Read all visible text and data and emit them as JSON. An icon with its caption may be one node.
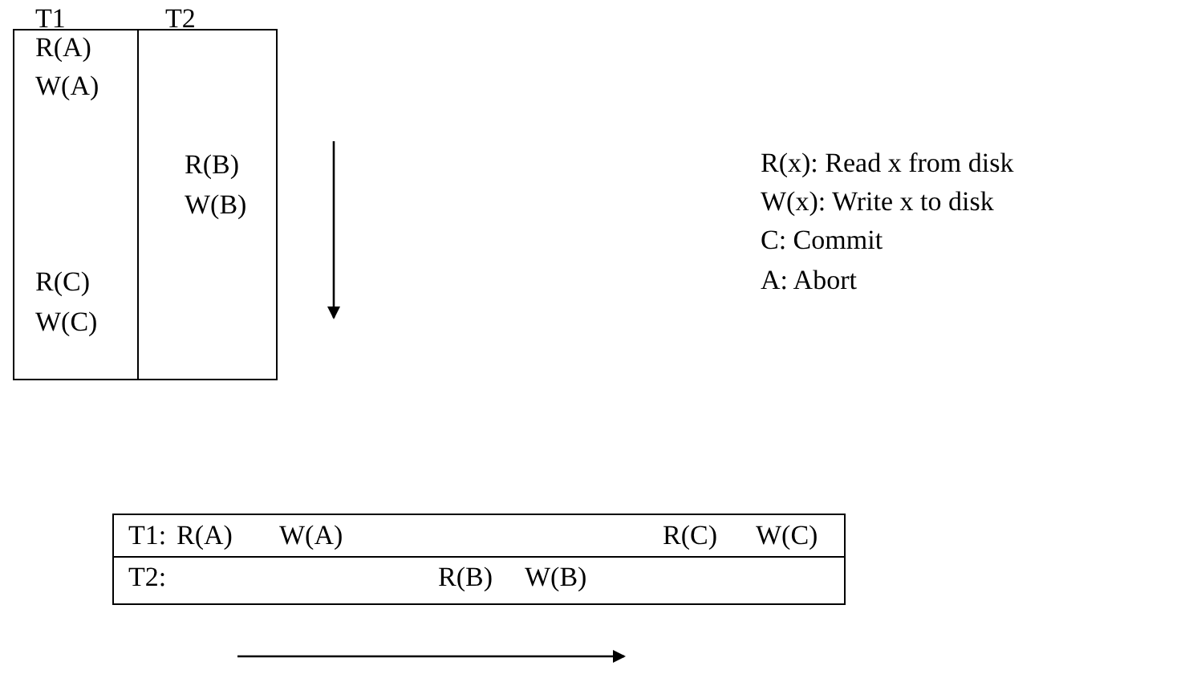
{
  "diagram": {
    "labels": [
      "T1",
      "T2",
      "R(A)",
      "R(x): Read x from disk",
      "W(A)",
      "W(x): Write x to disk",
      "R(B)",
      "C: Commit",
      "W(B)",
      "R(C)",
      "A: Abort",
      "W(C)",
      "T1:",
      "R(A)",
      "W(A)",
      "R(C)",
      "W(C)",
      "T2:",
      "R(B)",
      "W(B)"
    ]
  }
}
